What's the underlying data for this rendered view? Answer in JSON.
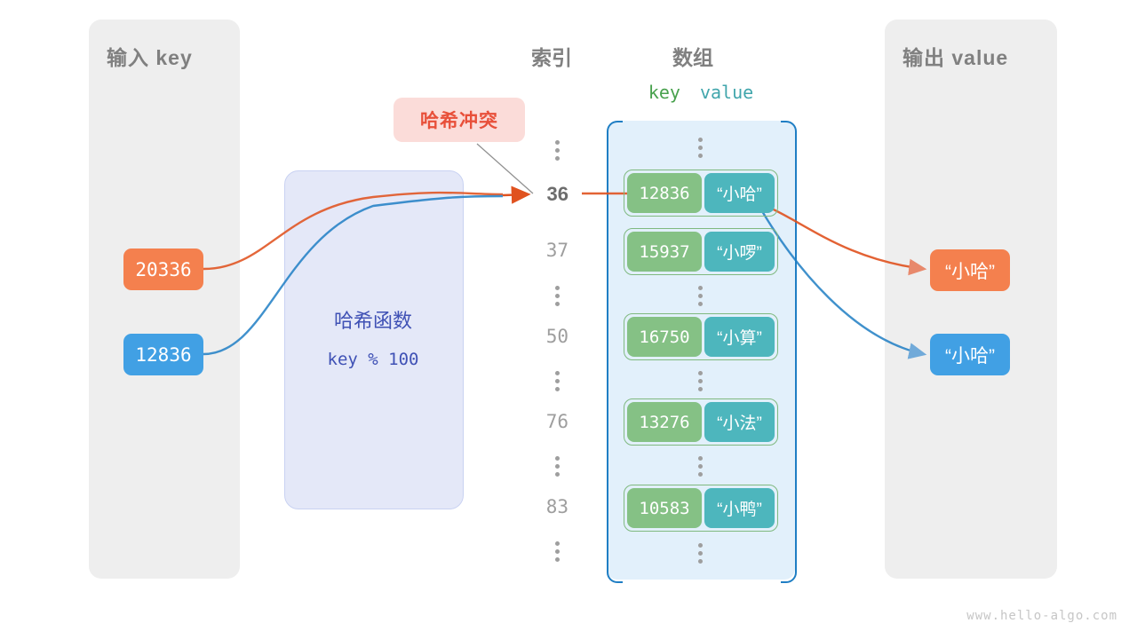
{
  "panels": {
    "input_title": "输入 key",
    "output_title": "输出 value"
  },
  "headers": {
    "index": "索引",
    "array": "数组",
    "key_word": "key",
    "value_word": "value"
  },
  "hash_function": {
    "title": "哈希函数",
    "formula": "key % 100"
  },
  "collision": {
    "label": "哈希冲突"
  },
  "inputs": [
    {
      "key": "20336",
      "color": "#f4804e"
    },
    {
      "key": "12836",
      "color": "#41a0e4"
    }
  ],
  "outputs": [
    {
      "value": "“小哈”",
      "color": "#f4804e"
    },
    {
      "value": "“小哈”",
      "color": "#41a0e4"
    }
  ],
  "array_rows": [
    {
      "index": "36",
      "key": "12836",
      "value": "“小哈”",
      "highlighted": true
    },
    {
      "index": "37",
      "key": "15937",
      "value": "“小啰”",
      "highlighted": false
    },
    {
      "index": "50",
      "key": "16750",
      "value": "“小算”",
      "highlighted": false
    },
    {
      "index": "76",
      "key": "13276",
      "value": "“小法”",
      "highlighted": false
    },
    {
      "index": "83",
      "key": "10583",
      "value": "“小鸭”",
      "highlighted": false
    }
  ],
  "ellipsis_symbol": "⋮",
  "colors": {
    "panel_gray": "#eeeeee",
    "array_fill": "#e2f0fb",
    "array_border": "#1f7ec4",
    "key_cell": "#85c185",
    "value_cell": "#4db6bd",
    "pair_outline": "#7fb97f",
    "hash_fill": "#e4e8f8",
    "hash_text": "#3f51b5",
    "collision_fill": "#fbdcd9",
    "collision_text": "#e8503a",
    "orange": "#f4804e",
    "orange_line": "#e0521f",
    "blue": "#41a0e4",
    "blue_line": "#1f7ec4",
    "title_gray": "#808080"
  },
  "watermark": "www.hello-algo.com"
}
